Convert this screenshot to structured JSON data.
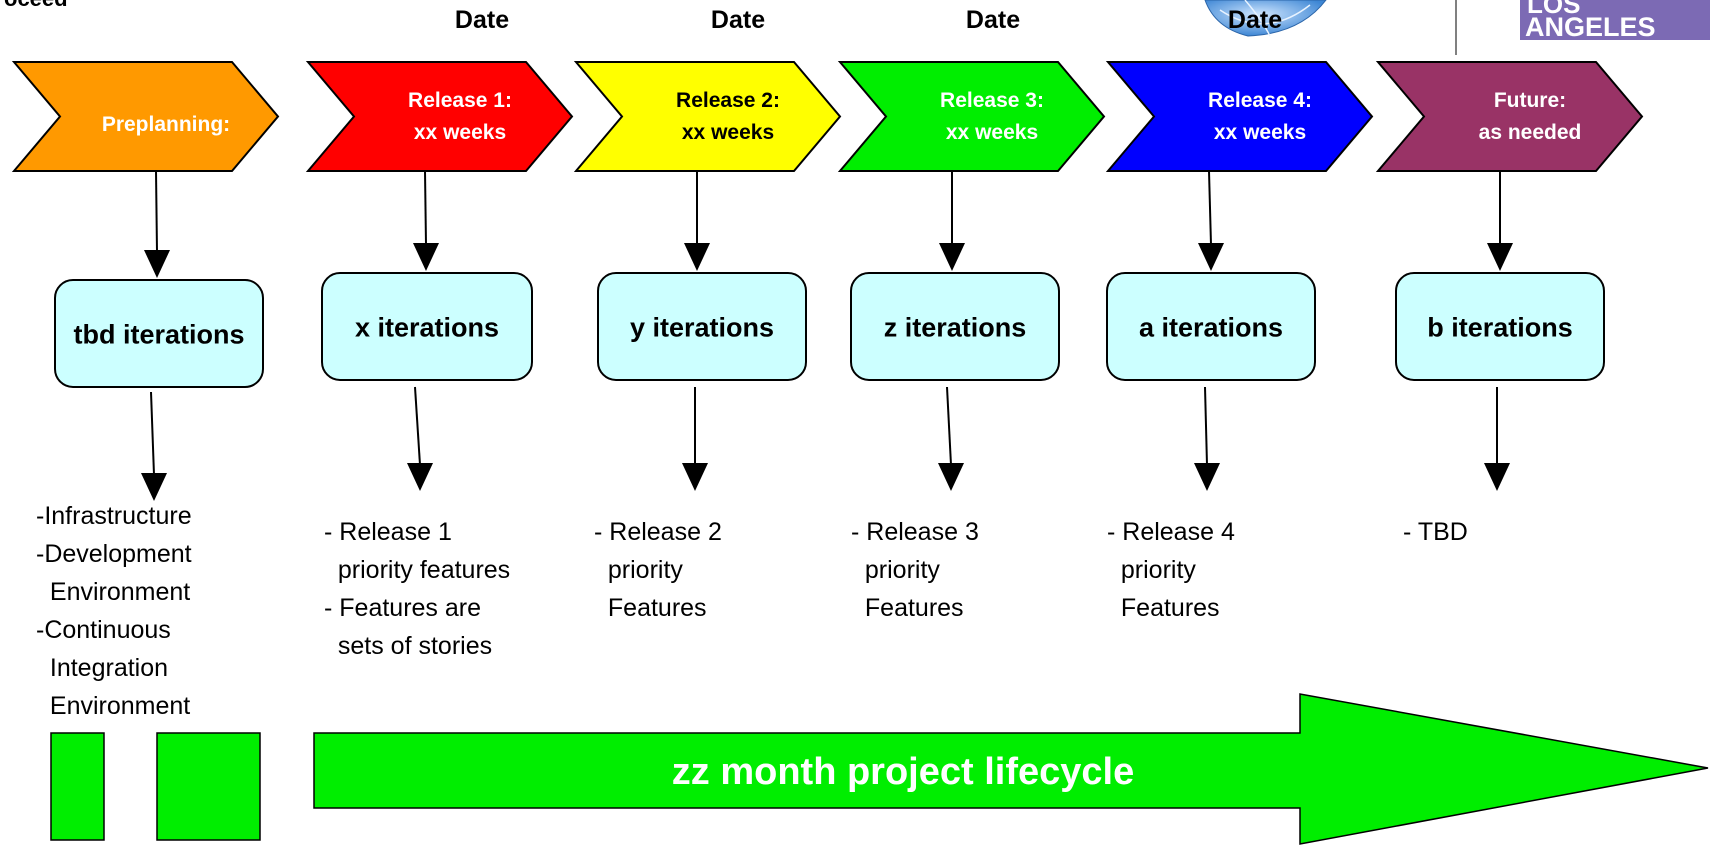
{
  "corner_text": "oceed",
  "dates": [
    "Date",
    "Date",
    "Date",
    "Date"
  ],
  "logo": {
    "text_top": "LOS",
    "text_bottom": "ANGELES"
  },
  "phases": [
    {
      "line1": "Preplanning:",
      "line2": "",
      "color": "#ff9900",
      "text_color": "#ffffff",
      "iterations": "tbd iterations",
      "notes": [
        "-Infrastructure",
        "-Development",
        "  Environment",
        "-Continuous",
        "  Integration",
        "  Environment"
      ]
    },
    {
      "line1": "Release 1:",
      "line2": "xx weeks",
      "color": "#ff0000",
      "text_color": "#ffffff",
      "iterations": "x iterations",
      "notes": [
        "- Release 1",
        "  priority features",
        "- Features are",
        "  sets of stories"
      ]
    },
    {
      "line1": "Release 2:",
      "line2": "xx weeks",
      "color": "#ffff00",
      "text_color": "#000000",
      "iterations": "y iterations",
      "notes": [
        "- Release 2",
        "  priority",
        "  Features"
      ]
    },
    {
      "line1": "Release 3:",
      "line2": "xx weeks",
      "color": "#00ee00",
      "text_color": "#ffffff",
      "iterations": "z iterations",
      "notes": [
        "- Release 3",
        "  priority",
        "  Features"
      ]
    },
    {
      "line1": "Release 4:",
      "line2": "xx weeks",
      "color": "#0000ff",
      "text_color": "#ffffff",
      "iterations": "a iterations",
      "notes": [
        "- Release 4",
        "  priority",
        "  Features"
      ]
    },
    {
      "line1": "Future:",
      "line2": "as needed",
      "color": "#993366",
      "text_color": "#ffffff",
      "iterations": "b iterations",
      "notes": [
        "- TBD"
      ]
    }
  ],
  "lifecycle_label": "zz month project lifecycle",
  "colors": {
    "iteration_box_fill": "#ccffff",
    "lifecycle_green": "#00ee00",
    "logo_purple": "#7c6ab4",
    "globe_blue": "#4d94d9"
  }
}
